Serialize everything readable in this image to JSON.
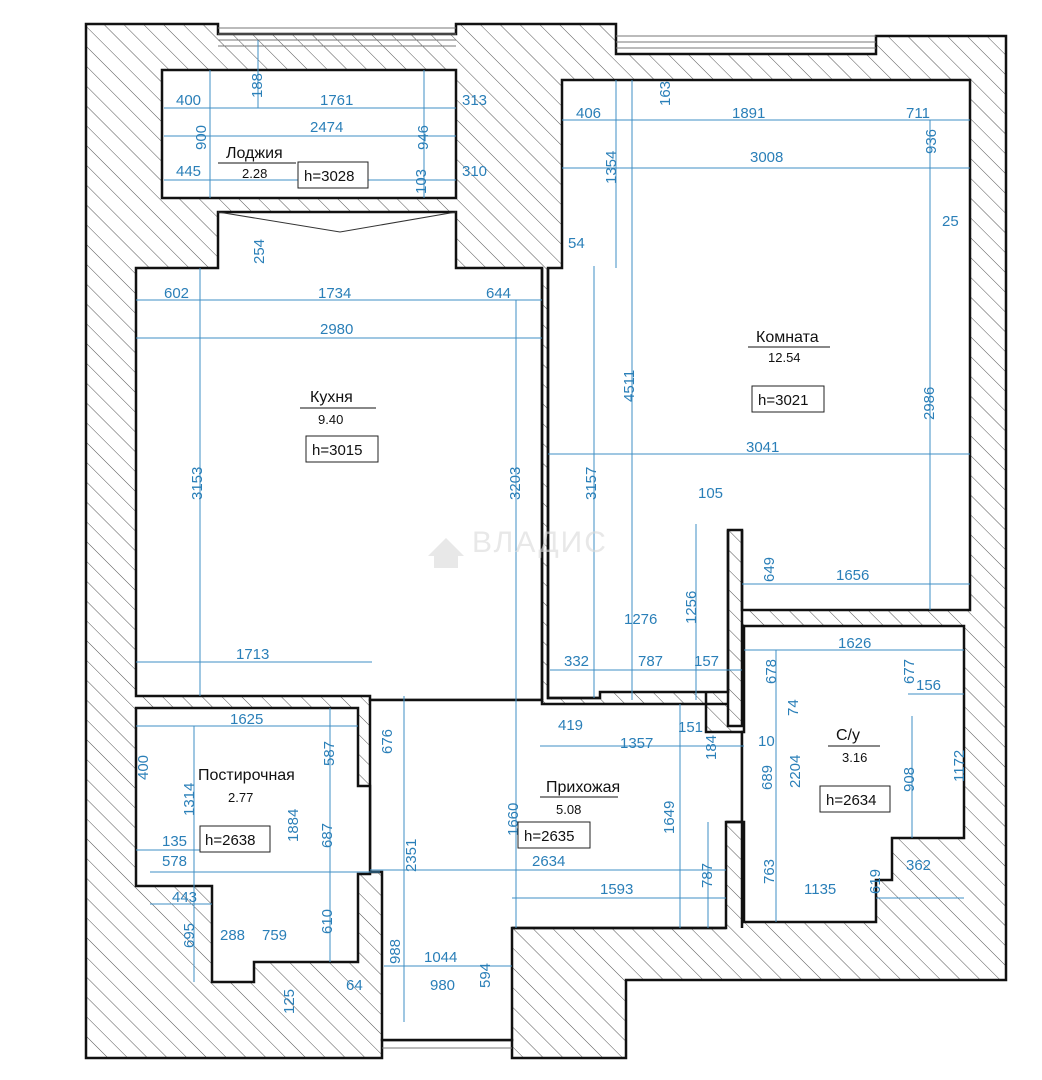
{
  "rooms": {
    "loggia": {
      "name": "Лоджия",
      "area": "2.28",
      "height": "h=3028"
    },
    "kitchen": {
      "name": "Кухня",
      "area": "9.40",
      "height": "h=3015"
    },
    "room": {
      "name": "Комната",
      "area": "12.54",
      "height": "h=3021"
    },
    "storage": {
      "name": "Постирочная",
      "area": "2.77",
      "height": "h=2638"
    },
    "hall": {
      "name": "Прихожая",
      "area": "5.08",
      "height": "h=2635"
    },
    "bathroom": {
      "name": "С/у",
      "area": "3.16",
      "height": "h=2634"
    }
  },
  "watermark": "ВЛАДИС",
  "dimensions": [
    "400",
    "188",
    "1761",
    "313",
    "900",
    "2474",
    "946",
    "445",
    "103",
    "310",
    "254",
    "602",
    "1734",
    "644",
    "2980",
    "3153",
    "3203",
    "1713",
    "406",
    "163",
    "1891",
    "711",
    "1354",
    "3008",
    "936",
    "25",
    "54",
    "4511",
    "2986",
    "3041",
    "3157",
    "105",
    "649",
    "1656",
    "1276",
    "1256",
    "332",
    "787",
    "157",
    "1626",
    "678",
    "677",
    "156",
    "74",
    "151",
    "10",
    "419",
    "1357",
    "184",
    "689",
    "2204",
    "1172",
    "908",
    "1649",
    "1660",
    "2634",
    "1593",
    "787",
    "763",
    "1135",
    "619",
    "362",
    "1625",
    "587",
    "676",
    "1314",
    "1884",
    "687",
    "2351",
    "135",
    "578",
    "443",
    "695",
    "288",
    "759",
    "610",
    "988",
    "1044",
    "594",
    "125",
    "64",
    "980",
    "400"
  ],
  "colors": {
    "dimension": "#3f8fc4",
    "wall": "#111111"
  }
}
